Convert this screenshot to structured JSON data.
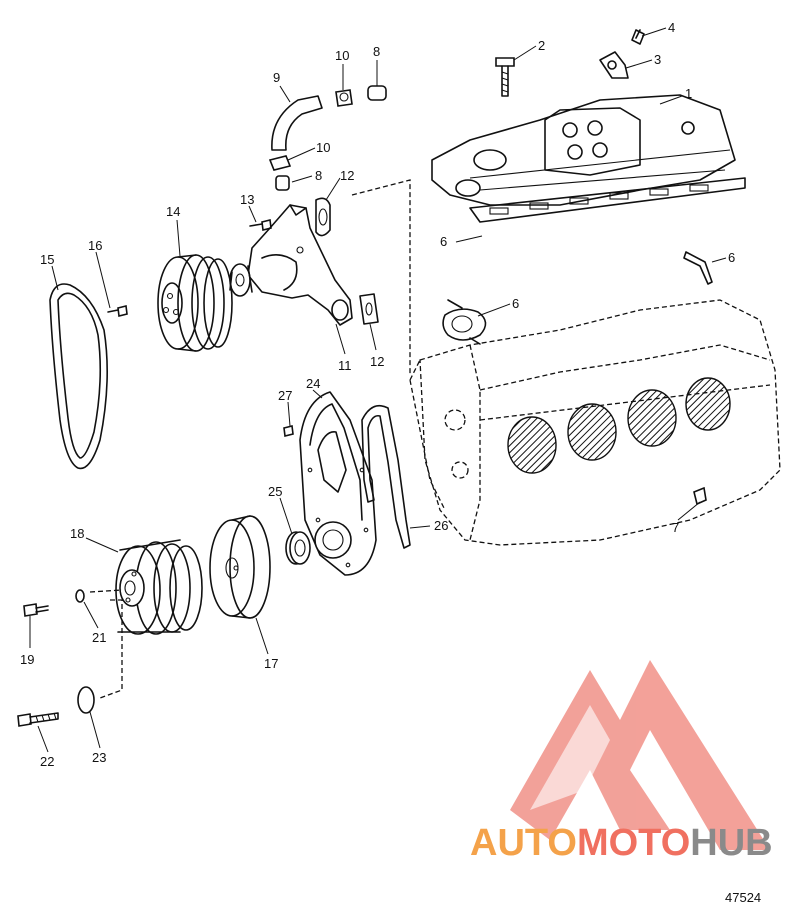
{
  "figure_number": "47524",
  "watermark": {
    "brand_a": "AUTO",
    "brand_b": "MOTO",
    "brand_c": "HUB",
    "color_a": "#f4a24a",
    "color_b": "#f07060",
    "color_c": "#8a8a8a"
  },
  "callouts": [
    "1",
    "2",
    "3",
    "4",
    "6",
    "6",
    "6",
    "7",
    "8",
    "8",
    "9",
    "10",
    "10",
    "11",
    "12",
    "12",
    "13",
    "14",
    "15",
    "16",
    "17",
    "18",
    "19",
    "21",
    "22",
    "23",
    "24",
    "25",
    "26",
    "27"
  ]
}
